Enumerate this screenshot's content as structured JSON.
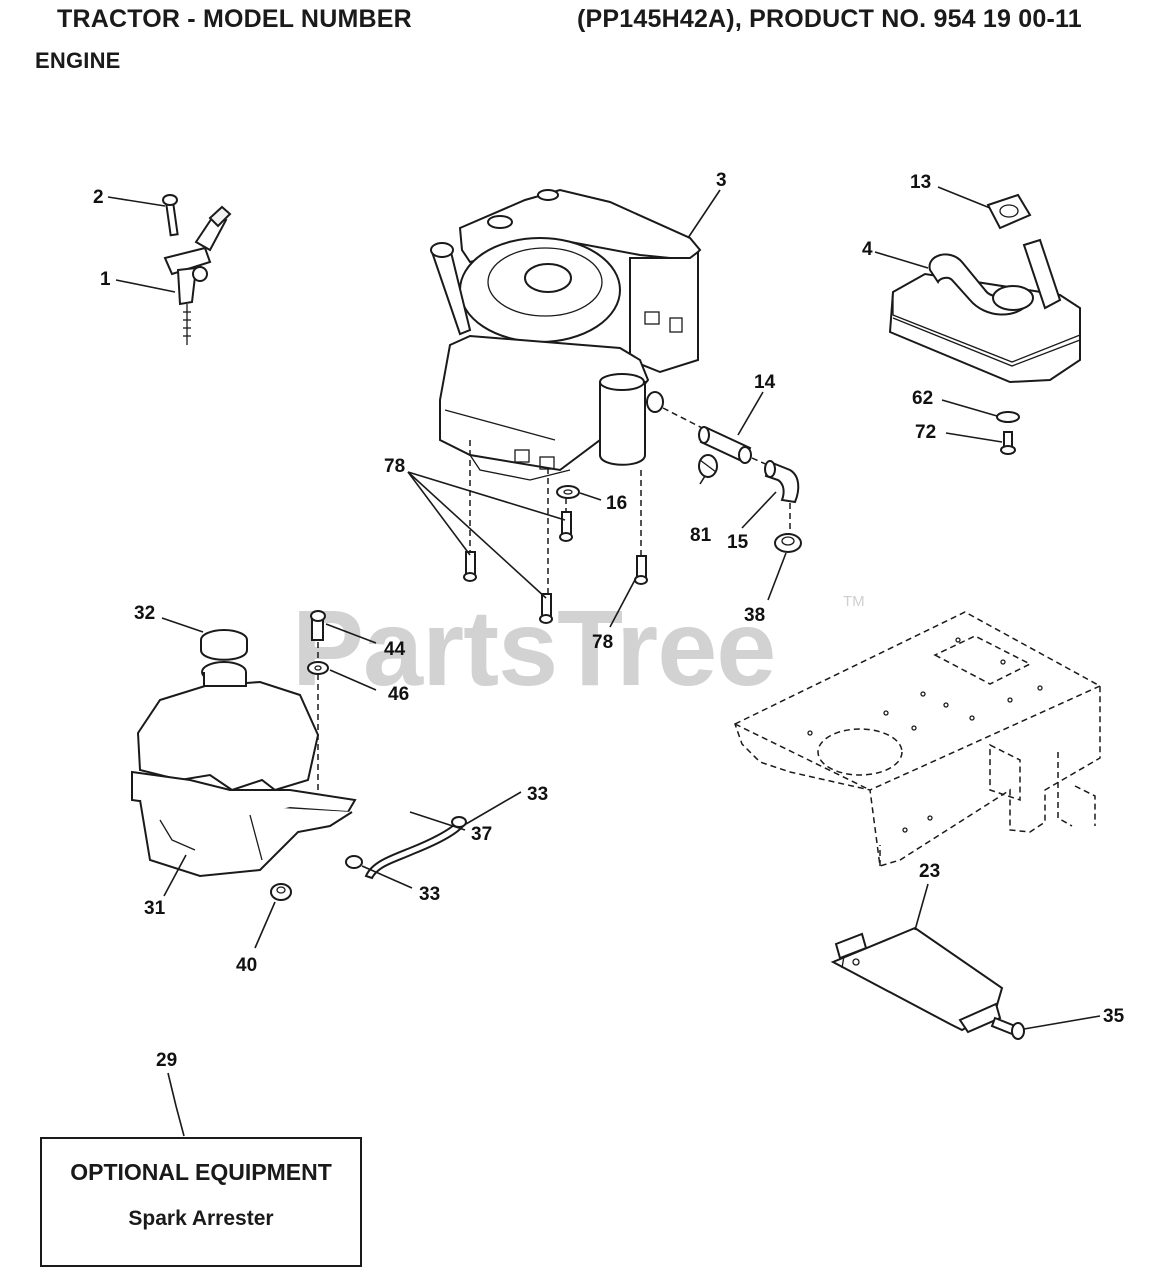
{
  "header": {
    "title_left": "TRACTOR - MODEL NUMBER",
    "title_right": "(PP145H42A), PRODUCT NO. 954 19 00-11",
    "section": "ENGINE"
  },
  "watermark": {
    "text": "PartsTree",
    "mark": "TM"
  },
  "callouts": {
    "c1": "1",
    "c2": "2",
    "c3": "3",
    "c4": "4",
    "c13": "13",
    "c14": "14",
    "c15": "15",
    "c16": "16",
    "c23": "23",
    "c29": "29",
    "c31": "31",
    "c32": "32",
    "c33a": "33",
    "c33b": "33",
    "c35": "35",
    "c37": "37",
    "c38": "38",
    "c40": "40",
    "c44": "44",
    "c46": "46",
    "c62": "62",
    "c72": "72",
    "c78a": "78",
    "c78b": "78",
    "c81": "81"
  },
  "optional_equipment": {
    "title": "OPTIONAL EQUIPMENT",
    "item": "Spark Arrester"
  }
}
